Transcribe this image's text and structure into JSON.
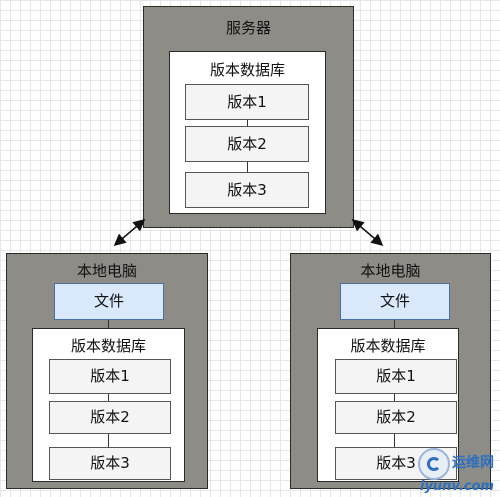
{
  "server": {
    "title": "服务器",
    "repo": {
      "title": "版本数据库",
      "versions": [
        "版本1",
        "版本2",
        "版本3"
      ]
    }
  },
  "local_left": {
    "title": "本地电脑",
    "file": "文件",
    "repo": {
      "title": "版本数据库",
      "versions": [
        "版本1",
        "版本2",
        "版本3"
      ]
    }
  },
  "local_right": {
    "title": "本地电脑",
    "file": "文件",
    "repo": {
      "title": "版本数据库",
      "versions": [
        "版本1",
        "版本2",
        "版本3"
      ]
    }
  },
  "watermark": {
    "site_cn": "运维网",
    "site_en": "iyunv.com"
  },
  "colors": {
    "outer_fill": "#8e8c86",
    "file_fill": "#dae8fc",
    "version_fill": "#f4f4f4",
    "watermark": "#2d6fbf"
  }
}
